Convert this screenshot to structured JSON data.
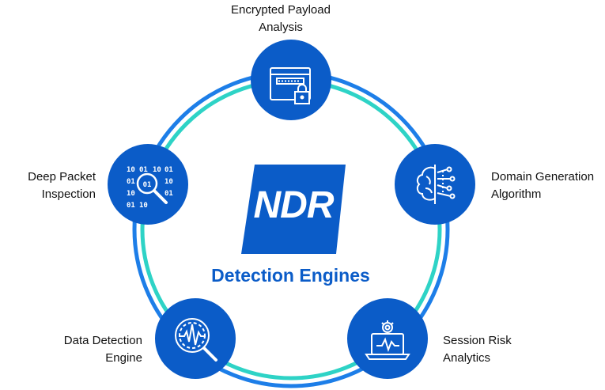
{
  "logo_text": "NDR",
  "subtitle": "Detection Engines",
  "engines": {
    "top": {
      "line1": "Encrypted Payload",
      "line2": "Analysis",
      "icon": "encrypted-payload-icon"
    },
    "right": {
      "line1": "Domain Generation",
      "line2": "Algorithm",
      "icon": "brain-circuit-icon"
    },
    "left": {
      "line1": "Deep Packet",
      "line2": "Inspection",
      "icon": "binary-magnifier-icon"
    },
    "bottom_left": {
      "line1": "Data Detection",
      "line2": "Engine",
      "icon": "waveform-magnifier-icon"
    },
    "bottom_right": {
      "line1": "Session Risk",
      "line2": "Analytics",
      "icon": "laptop-gear-icon"
    }
  },
  "colors": {
    "node_fill": "#0b5cc8",
    "ring_outer": "#1d7ee8",
    "ring_inner": "#2ed3c6",
    "subtitle": "#0b5cc8"
  }
}
